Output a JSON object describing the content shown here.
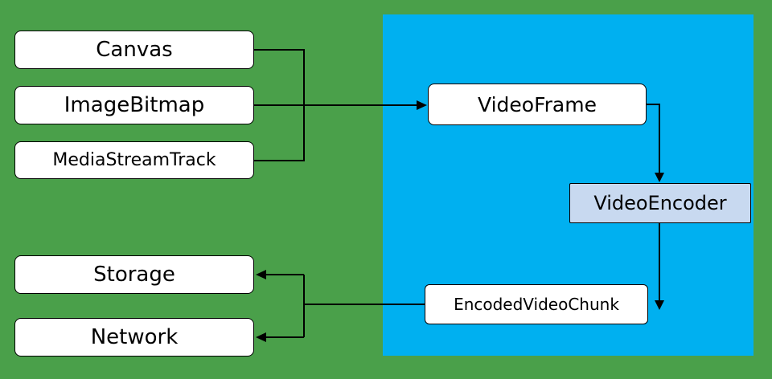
{
  "diagram": {
    "colors": {
      "background": "#4aa04a",
      "platform_region": "#00b0f0",
      "node_fill": "#ffffff",
      "encoder_fill": "#c8d9f0",
      "border": "#000000"
    },
    "nodes": {
      "canvas": {
        "label": "Canvas"
      },
      "image_bitmap": {
        "label": "ImageBitmap"
      },
      "media_stream_track": {
        "label": "MediaStreamTrack"
      },
      "video_frame": {
        "label": "VideoFrame"
      },
      "video_encoder": {
        "label": "VideoEncoder"
      },
      "encoded_video_chunk": {
        "label": "EncodedVideoChunk"
      },
      "storage": {
        "label": "Storage"
      },
      "network": {
        "label": "Network"
      }
    }
  }
}
